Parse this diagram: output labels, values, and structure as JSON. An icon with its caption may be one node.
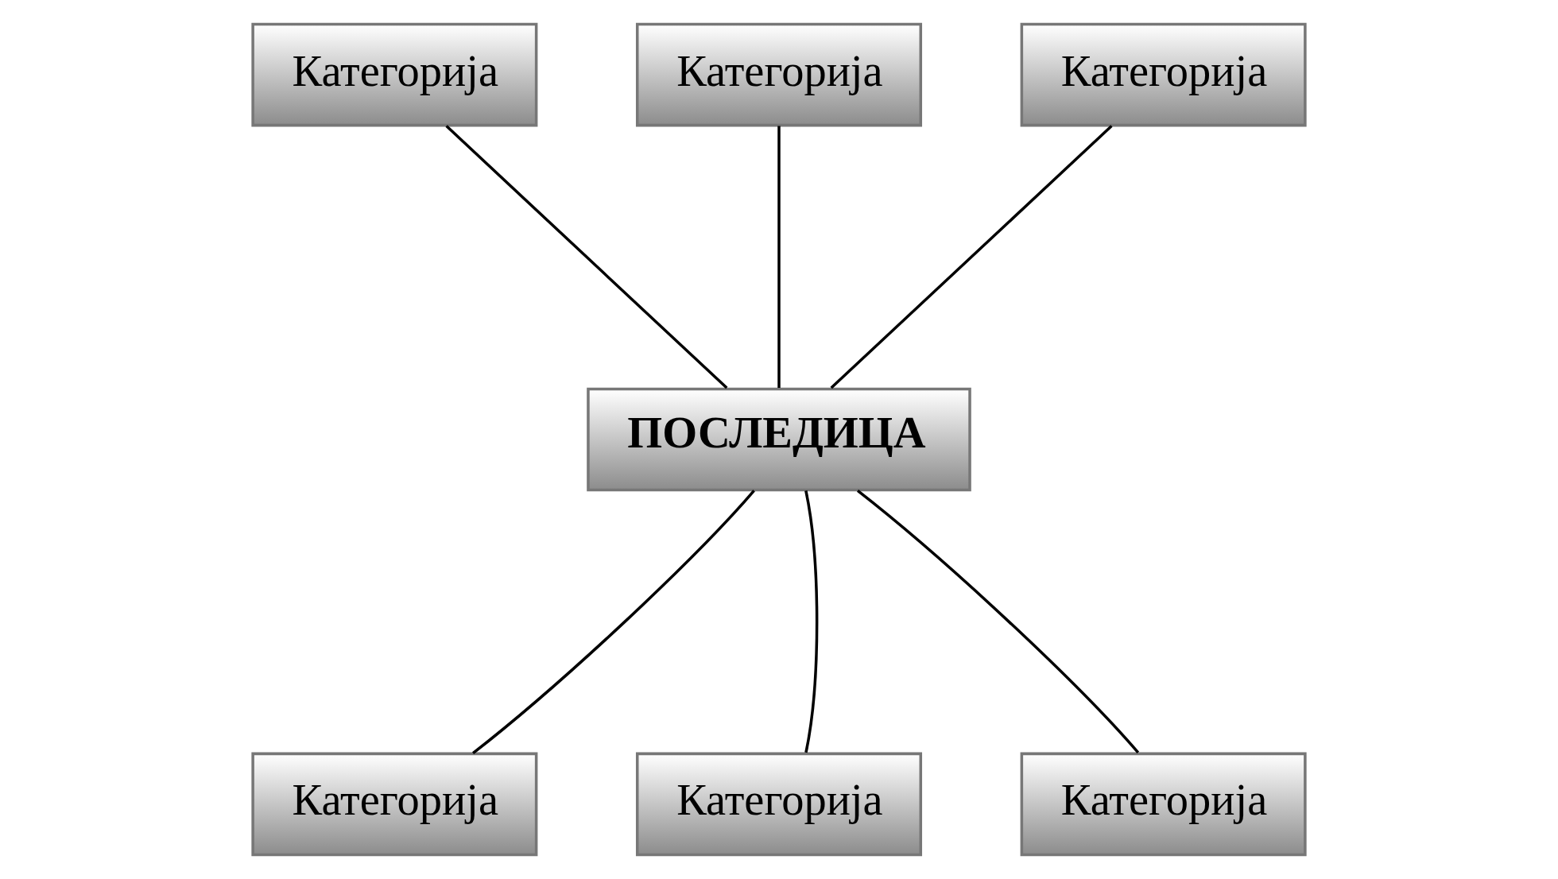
{
  "diagram": {
    "nodes": [
      {
        "text": [
          "Категорија"
        ]
      },
      {
        "text": [
          "Категорија"
        ]
      },
      {
        "text": [
          "Категорија"
        ]
      },
      {
        "text": [
          "Категорија"
        ]
      },
      {
        "text": [
          "Категорија"
        ]
      },
      {
        "text": [
          "Категорија"
        ]
      },
      {
        "text": [
          "ПОСЛЕДИЦА"
        ]
      }
    ],
    "edges": [
      {
        "from": 0,
        "to": 6,
        "arrow": "none"
      },
      {
        "from": 1,
        "to": 6,
        "arrow": "none"
      },
      {
        "from": 2,
        "to": 6,
        "arrow": "none"
      },
      {
        "from": 3,
        "to": 6,
        "arrow": "none"
      },
      {
        "from": 4,
        "to": 6,
        "arrow": "none"
      },
      {
        "from": 5,
        "to": 6,
        "arrow": "none"
      }
    ]
  }
}
